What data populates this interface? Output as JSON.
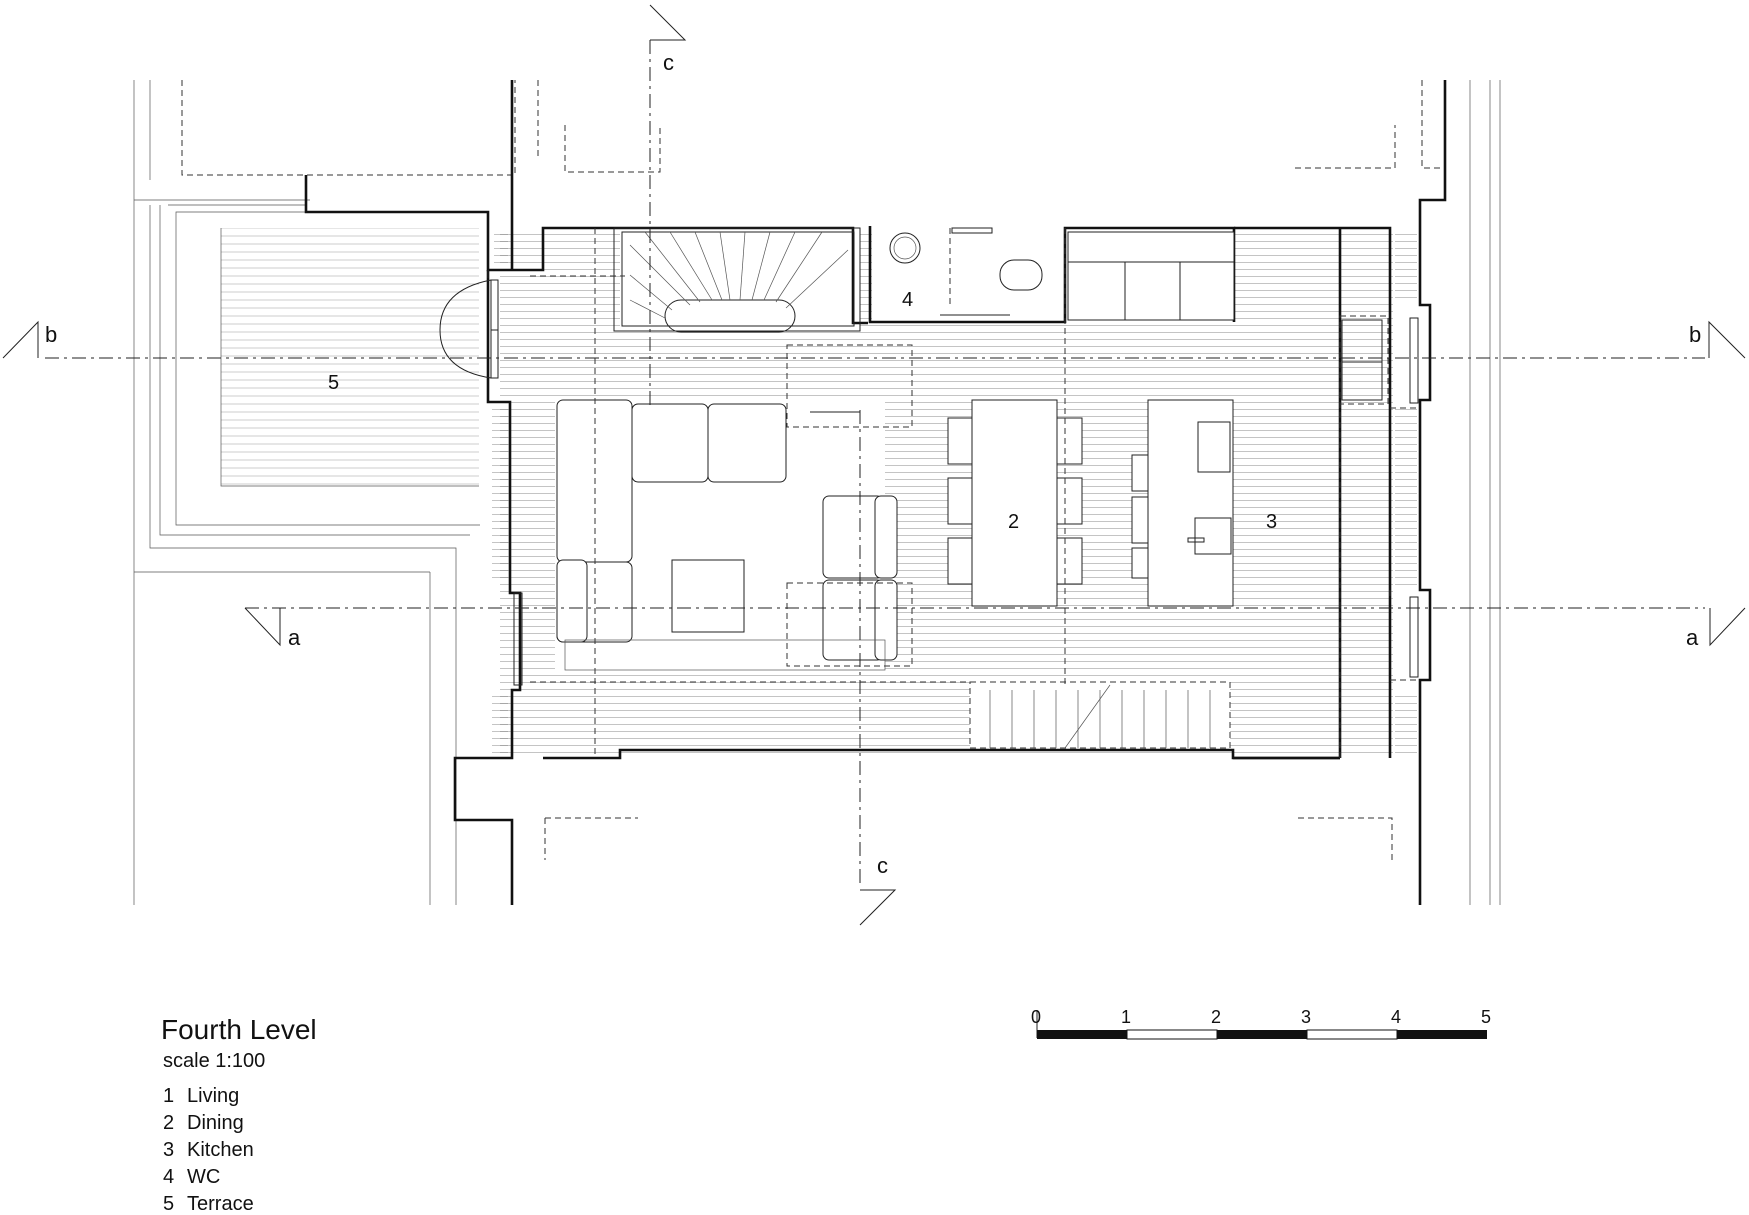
{
  "title": "Fourth Level",
  "scale": "scale 1:100",
  "legend": [
    {
      "num": "1",
      "label": "Living"
    },
    {
      "num": "2",
      "label": "Dining"
    },
    {
      "num": "3",
      "label": "Kitchen"
    },
    {
      "num": "4",
      "label": "WC"
    },
    {
      "num": "5",
      "label": "Terrace"
    }
  ],
  "rooms": {
    "r2": "2",
    "r3": "3",
    "r4": "4",
    "r5": "5"
  },
  "sections": {
    "a": "a",
    "b": "b",
    "c": "c"
  },
  "scale_bar": {
    "ticks": [
      "0",
      "1",
      "2",
      "3",
      "4",
      "5"
    ]
  }
}
